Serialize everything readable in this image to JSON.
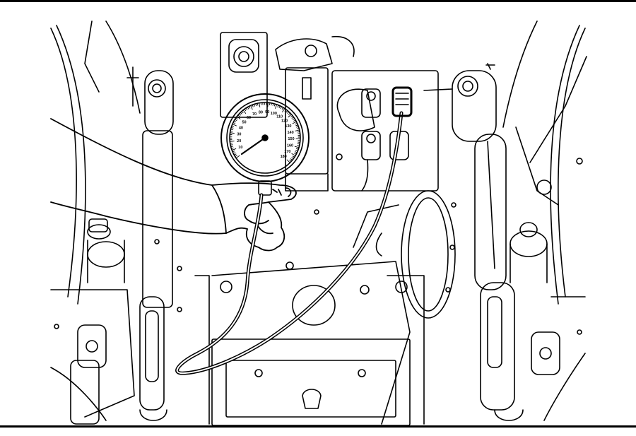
{
  "illustration": {
    "kind": "line drawing",
    "subject": "pressure gauge connected by hose to hydraulic coupler at tractor rear"
  },
  "gauge": {
    "scale_labels": [
      "10",
      "20",
      "30",
      "40",
      "50",
      "60",
      "70",
      "80",
      "90",
      "100",
      "110",
      "120",
      "130",
      "140",
      "150",
      "160",
      "170",
      "180"
    ]
  },
  "colors": {
    "line": "#000000",
    "background": "#ffffff"
  }
}
